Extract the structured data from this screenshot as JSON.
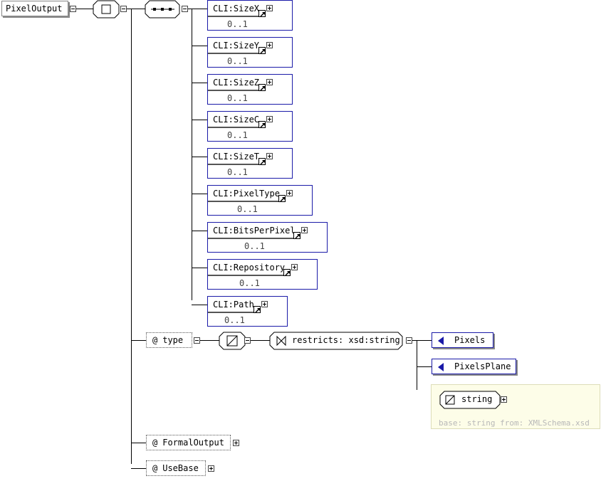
{
  "root": {
    "label": "PixelOutput"
  },
  "sequence_elements": [
    {
      "name": "CLI:SizeX",
      "card": "0..1"
    },
    {
      "name": "CLI:SizeY",
      "card": "0..1"
    },
    {
      "name": "CLI:SizeZ",
      "card": "0..1"
    },
    {
      "name": "CLI:SizeC",
      "card": "0..1"
    },
    {
      "name": "CLI:SizeT",
      "card": "0..1"
    },
    {
      "name": "CLI:PixelType",
      "card": "0..1"
    },
    {
      "name": "CLI:BitsPerPixel",
      "card": "0..1"
    },
    {
      "name": "CLI:Repository",
      "card": "0..1"
    },
    {
      "name": "CLI:Path",
      "card": "0..1"
    }
  ],
  "attributes": {
    "at_symbol": "@",
    "type": "type",
    "formal_output": "FormalOutput",
    "use_base": "UseBase"
  },
  "restriction": {
    "label": "restricts: xsd:string"
  },
  "enumerations": [
    "Pixels",
    "PixelsPlane"
  ],
  "simple_type": {
    "name": "string",
    "note": "base: string from: XMLSchema.xsd"
  },
  "colors": {
    "element_border": "#1a1aa8",
    "simple_type_bg": "#fdfde8",
    "note_text": "#b8b8b8"
  }
}
